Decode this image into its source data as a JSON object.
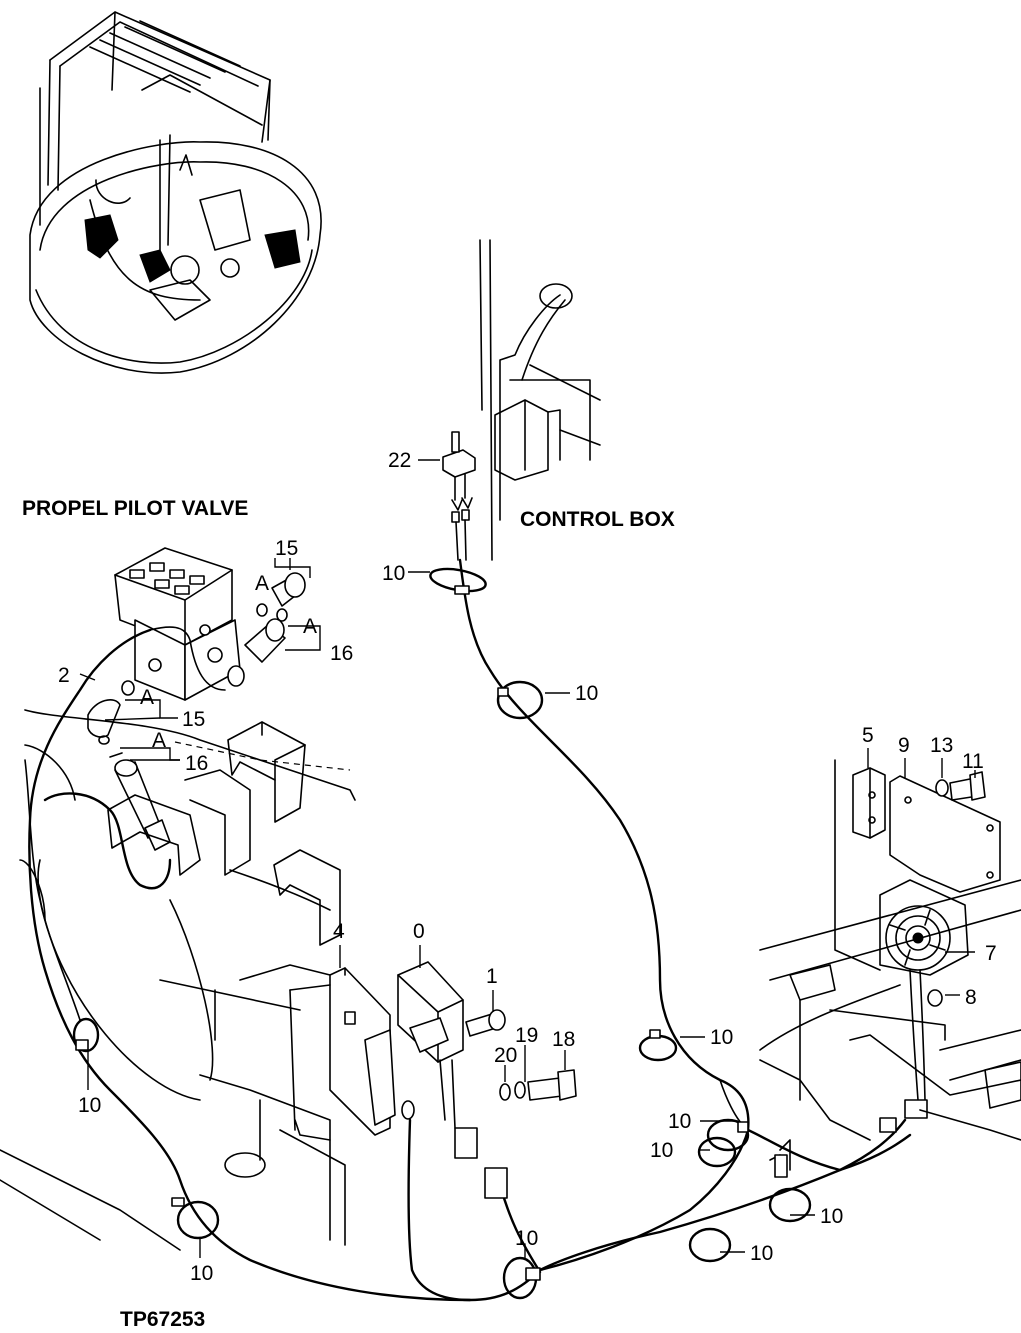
{
  "titles": {
    "propel_pilot_valve": "PROPEL PILOT VALVE",
    "control_box": "CONTROL BOX",
    "drawing_number": "TP67253"
  },
  "callouts": {
    "c22": "22",
    "c15a": "15",
    "cAa": "A",
    "cAb": "A",
    "c16a": "16",
    "c2": "2",
    "cAc": "A",
    "c15b": "15",
    "cAd": "A",
    "c16b": "16",
    "c10_top": "10",
    "c10_upper_right": "10",
    "c5": "5",
    "c9": "9",
    "c13": "13",
    "c11": "11",
    "c7": "7",
    "c8": "8",
    "c4": "4",
    "c0": "0",
    "c1": "1",
    "c20": "20",
    "c19": "19",
    "c18": "18",
    "c10_left": "10",
    "c10_mid": "10",
    "c10_r1": "10",
    "c10_r2": "10",
    "c10_r3": "10",
    "c10_r4": "10",
    "c10_bottom_left": "10",
    "c10_bottom_center": "10"
  }
}
